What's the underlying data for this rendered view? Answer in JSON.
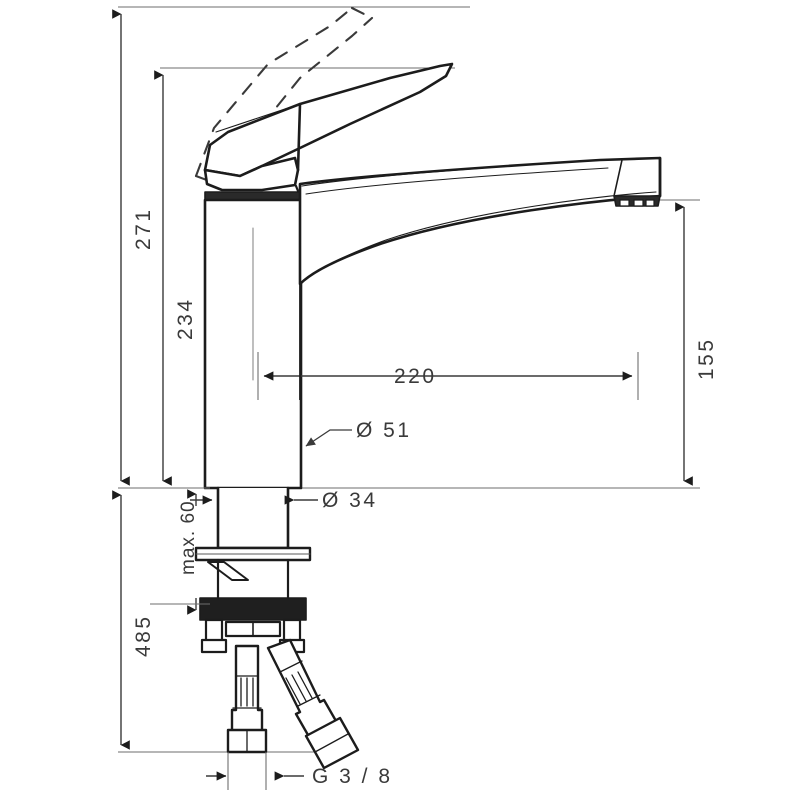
{
  "drawing": {
    "title": "Kitchen mixer tap dimensional drawing",
    "subject": "single-lever kitchen sink mixer",
    "units": "mm",
    "line_color": "#3a3a3a",
    "outline_color": "#1c1c1c",
    "background": "#ffffff"
  },
  "dimensions": {
    "total_height": "271",
    "body_height": "234",
    "spout_height": "155",
    "spout_reach": "220",
    "below_counter_length": "485",
    "max_counter_thickness": "max. 60",
    "body_diameter": "Ø 51",
    "shank_diameter": "Ø 34",
    "thread_size": "G 3 / 8"
  },
  "labels": [
    {
      "id": "h271",
      "text": "271",
      "orientation": "vertical",
      "meaning": "overall height to raised lever"
    },
    {
      "id": "h234",
      "text": "234",
      "orientation": "vertical",
      "meaning": "height to top of body"
    },
    {
      "id": "h155",
      "text": "155",
      "orientation": "vertical",
      "meaning": "spout outlet height"
    },
    {
      "id": "w220",
      "text": "220",
      "orientation": "horizontal",
      "meaning": "spout projection from centre"
    },
    {
      "id": "h485",
      "text": "485",
      "orientation": "vertical",
      "meaning": "length below counter incl. hoses"
    },
    {
      "id": "max60",
      "text": "max. 60",
      "orientation": "vertical",
      "meaning": "maximum counter thickness"
    },
    {
      "id": "d51",
      "text": "Ø 51",
      "orientation": "horizontal",
      "meaning": "body diameter"
    },
    {
      "id": "d34",
      "text": "Ø 34",
      "orientation": "horizontal",
      "meaning": "shank diameter"
    },
    {
      "id": "g38",
      "text": "G 3 / 8",
      "orientation": "horizontal",
      "meaning": "supply hose thread"
    }
  ],
  "parts": [
    {
      "name": "lever-handle",
      "state": "raised solid outline"
    },
    {
      "name": "lever-handle-open",
      "state": "dashed alternate position"
    },
    {
      "name": "cartridge-cap",
      "state": "dark band at body top"
    },
    {
      "name": "body",
      "state": "cylindrical column"
    },
    {
      "name": "swivel-spout",
      "state": "curved arc to the right"
    },
    {
      "name": "aerator",
      "state": "outlet at spout tip"
    },
    {
      "name": "shank",
      "state": "reduced diameter below body"
    },
    {
      "name": "base-plate",
      "state": "flange on counter"
    },
    {
      "name": "gasket",
      "state": "dark sealing block"
    },
    {
      "name": "mounting-studs",
      "state": "two threaded studs"
    },
    {
      "name": "supply-hose-left",
      "state": "vertical flexible hose"
    },
    {
      "name": "supply-hose-right",
      "state": "angled flexible hose"
    }
  ]
}
